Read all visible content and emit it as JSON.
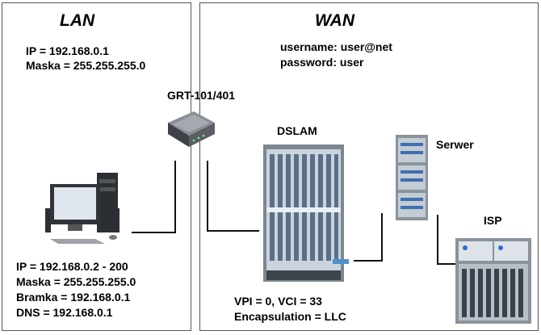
{
  "lan": {
    "heading": "LAN",
    "router_ip": "IP = 192.168.0.1",
    "router_mask": "Maska = 255.255.255.0",
    "pc_ip": "IP = 192.168.0.2 - 200",
    "pc_mask": "Maska = 255.255.255.0",
    "pc_gateway": "Bramka = 192.168.0.1",
    "pc_dns": "DNS = 192.168.0.1"
  },
  "wan": {
    "heading": "WAN",
    "username": "username: user@net",
    "password": "password: user",
    "vpi_vci": "VPI = 0, VCI = 33",
    "encapsulation": "Encapsulation = LLC"
  },
  "devices": {
    "router": "GRT-101/401",
    "dslam": "DSLAM",
    "server": "Serwer",
    "isp": "ISP"
  }
}
